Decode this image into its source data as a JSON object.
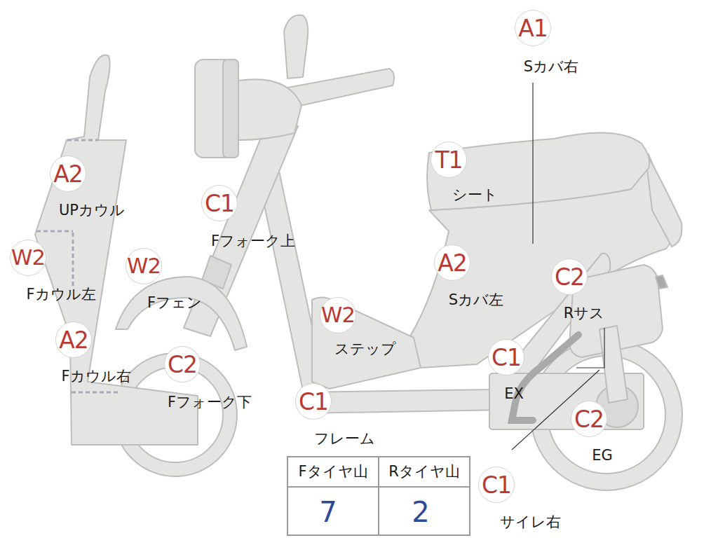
{
  "diagram": {
    "nodes": [
      {
        "text": [
          "A1",
          "Sカバ右"
        ]
      },
      {
        "text": [
          "A2",
          "UPカウル"
        ]
      },
      {
        "text": [
          "T1",
          "シート"
        ]
      },
      {
        "text": [
          "C1",
          "Fフォーク上"
        ]
      },
      {
        "text": [
          "W2",
          "Fカウル左"
        ]
      },
      {
        "text": [
          "W2",
          "Fフェン"
        ]
      },
      {
        "text": [
          "A2",
          "Sカバ左"
        ]
      },
      {
        "text": [
          "C2",
          "Rサス"
        ]
      },
      {
        "text": [
          "W2",
          "ステップ"
        ]
      },
      {
        "text": [
          "A2",
          "Fカウル右"
        ]
      },
      {
        "text": [
          "C1",
          "EX"
        ]
      },
      {
        "text": [
          "C2",
          "Fフォーク下"
        ]
      },
      {
        "text": [
          "C1",
          "フレーム"
        ]
      },
      {
        "text": [
          "C2",
          "EG"
        ]
      },
      {
        "text": [
          "C1",
          "サイレ右"
        ]
      }
    ],
    "labels": [
      "Fタイヤ山",
      "Rタイヤ山",
      "7",
      "2"
    ]
  }
}
